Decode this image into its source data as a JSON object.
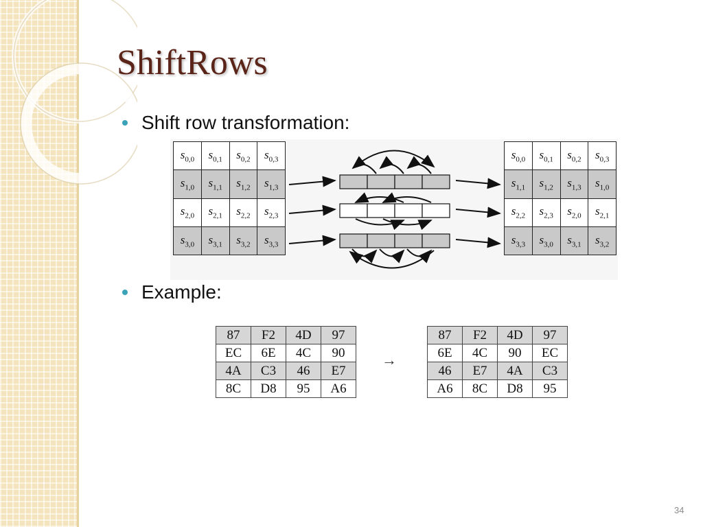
{
  "slide": {
    "title": "ShiftRows",
    "page_number": "34"
  },
  "bullets": [
    {
      "text": "Shift row transformation:"
    },
    {
      "text": "Example:"
    }
  ],
  "diagram": {
    "input_state": [
      [
        "0,0",
        "0,1",
        "0,2",
        "0,3"
      ],
      [
        "1,0",
        "1,1",
        "1,2",
        "1,3"
      ],
      [
        "2,0",
        "2,1",
        "2,2",
        "2,3"
      ],
      [
        "3,0",
        "3,1",
        "3,2",
        "3,3"
      ]
    ],
    "output_state": [
      [
        "0,0",
        "0,1",
        "0,2",
        "0,3"
      ],
      [
        "1,1",
        "1,2",
        "1,3",
        "1,0"
      ],
      [
        "2,2",
        "2,3",
        "2,0",
        "2,1"
      ],
      [
        "3,3",
        "3,0",
        "3,1",
        "3,2"
      ]
    ],
    "symbol": "s"
  },
  "example": {
    "before": [
      [
        "87",
        "F2",
        "4D",
        "97"
      ],
      [
        "EC",
        "6E",
        "4C",
        "90"
      ],
      [
        "4A",
        "C3",
        "46",
        "E7"
      ],
      [
        "8C",
        "D8",
        "95",
        "A6"
      ]
    ],
    "arrow": "→",
    "after": [
      [
        "87",
        "F2",
        "4D",
        "97"
      ],
      [
        "6E",
        "4C",
        "90",
        "EC"
      ],
      [
        "46",
        "E7",
        "4A",
        "C3"
      ],
      [
        "A6",
        "8C",
        "D8",
        "95"
      ]
    ]
  },
  "colors": {
    "title": "#5b2418",
    "bullet": "#3aa3b8",
    "side_band": "#f4e4bd",
    "shaded_cell": "#c9c9c9"
  }
}
